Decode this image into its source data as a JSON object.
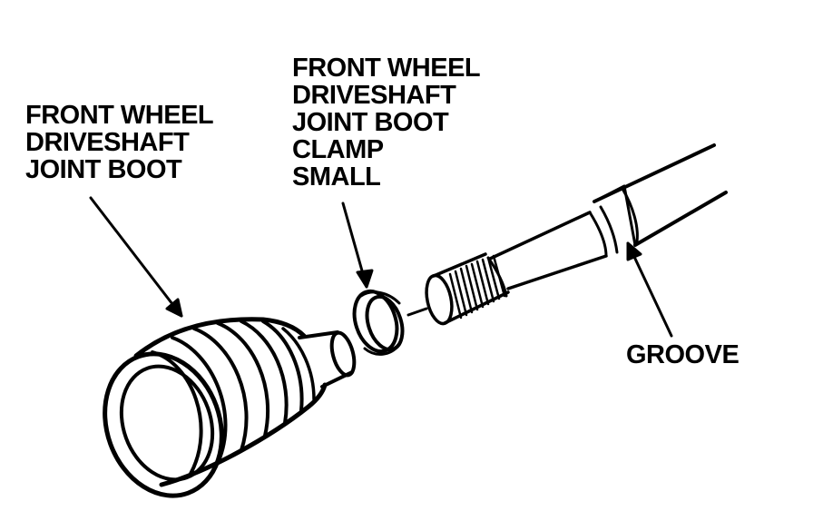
{
  "labels": {
    "boot": [
      "FRONT WHEEL",
      "DRIVESHAFT",
      "JOINT BOOT"
    ],
    "clamp": [
      "FRONT WHEEL",
      "DRIVESHAFT",
      "JOINT BOOT",
      "CLAMP",
      "SMALL"
    ],
    "groove": "GROOVE"
  },
  "colors": {
    "ink": "#000000",
    "paper": "#ffffff"
  }
}
